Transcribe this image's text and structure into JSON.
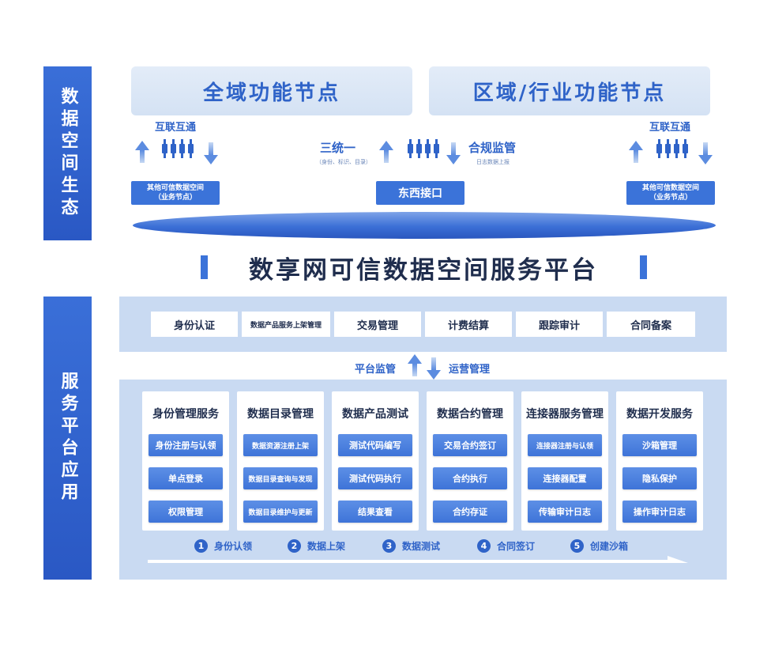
{
  "ecosystem": {
    "side_label": "数据空间生态",
    "node_left": "全域功能节点",
    "node_right": "区域/行业功能节点",
    "interconnect_left": "互联互通",
    "interconnect_right": "互联互通",
    "unify_label": "三统一",
    "unify_sub": "（身份、标识、目录）",
    "compliance_label": "合规监管",
    "compliance_sub": "日志数据上报",
    "other_space_left_1": "其他可信数据空间",
    "other_space_left_2": "（业务节点）",
    "other_space_right_1": "其他可信数据空间",
    "other_space_right_2": "（业务节点）",
    "east_west": "东西接口"
  },
  "platform_title": "数享网可信数据空间服务平台",
  "service": {
    "side_label": "服务平台应用",
    "tabs": [
      "身份认证",
      "数据产品服务上架管理",
      "交易管理",
      "计费结算",
      "跟踪审计",
      "合同备案"
    ],
    "monitor_label": "平台监管",
    "ops_label": "运营管理",
    "cards": [
      {
        "title": "身份管理服务",
        "items": [
          "身份注册与认领",
          "单点登录",
          "权限管理"
        ]
      },
      {
        "title": "数据目录管理",
        "items": [
          "数据资源注册上架",
          "数据目录查询与发现",
          "数据目录维护与更新"
        ]
      },
      {
        "title": "数据产品测试",
        "items": [
          "测试代码编写",
          "测试代码执行",
          "结果查看"
        ]
      },
      {
        "title": "数据合约管理",
        "items": [
          "交易合约签订",
          "合约执行",
          "合约存证"
        ]
      },
      {
        "title": "连接器服务管理",
        "items": [
          "连接器注册与认领",
          "连接器配置",
          "传输审计日志"
        ]
      },
      {
        "title": "数据开发服务",
        "items": [
          "沙箱管理",
          "隐私保护",
          "操作审计日志"
        ]
      }
    ],
    "steps": [
      {
        "num": "1",
        "label": "身份认领"
      },
      {
        "num": "2",
        "label": "数据上架"
      },
      {
        "num": "3",
        "label": "数据测试"
      },
      {
        "num": "4",
        "label": "合同签订"
      },
      {
        "num": "5",
        "label": "创建沙箱"
      }
    ]
  },
  "colors": {
    "accent": "#2f63c8",
    "button": "#3b73d9",
    "panel": "#c9daf2"
  }
}
